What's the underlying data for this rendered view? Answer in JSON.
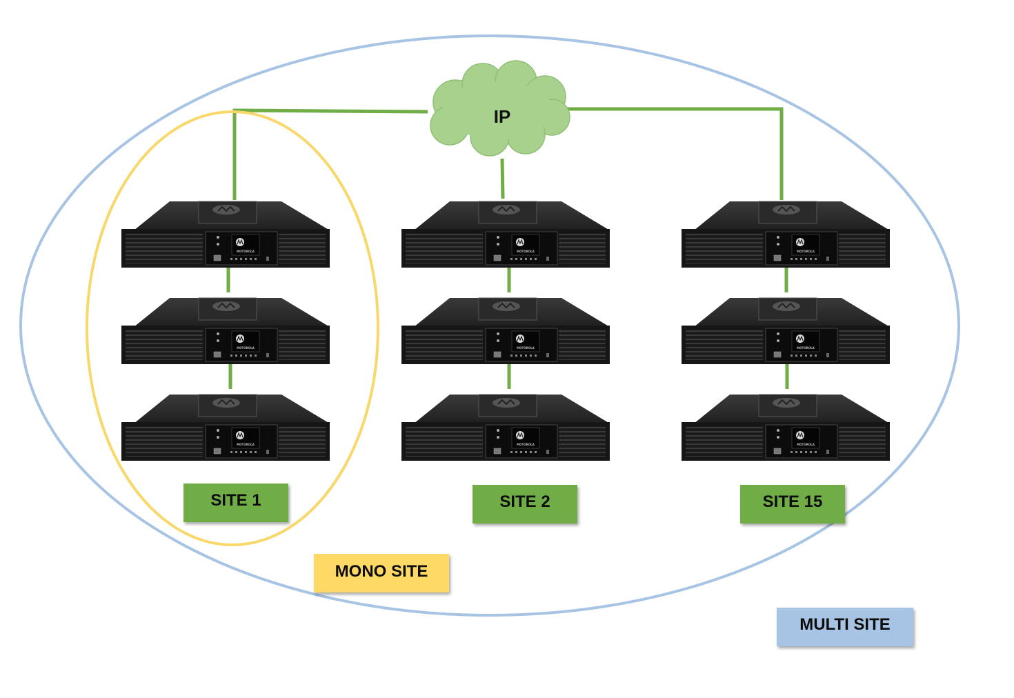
{
  "network": {
    "label": "IP",
    "cloud_color": "#a9d18e",
    "link_color": "#70ad47"
  },
  "sites": [
    {
      "label": "SITE 1",
      "repeater_count": 3
    },
    {
      "label": "SITE 2",
      "repeater_count": 3
    },
    {
      "label": "SITE 15",
      "repeater_count": 3
    }
  ],
  "repeater": {
    "brand": "MOTOROLA",
    "body_color": "#222222"
  },
  "legend": {
    "mono_site": {
      "label": "MONO SITE",
      "color": "#ffd966",
      "outline_color": "#f8d86a"
    },
    "multi_site": {
      "label": "MULTI SITE",
      "color": "#a8c4e4",
      "outline_color": "#a8c4e4"
    }
  },
  "site_label_color": "#70ad47"
}
